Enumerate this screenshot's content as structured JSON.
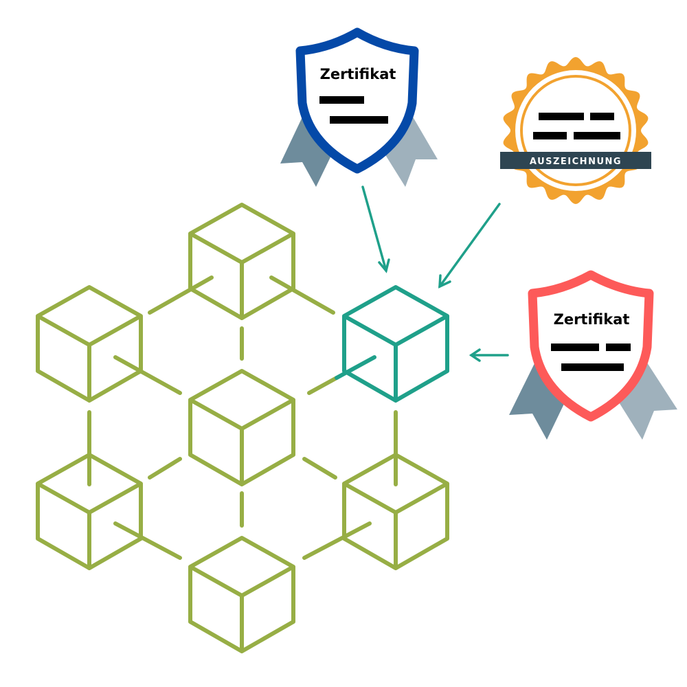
{
  "colors": {
    "cube": "#97ae45",
    "highlight": "#1fa08a",
    "blue_shield": "#0449a8",
    "red_shield": "#fd5a59",
    "seal": "#f2a22f",
    "banner": "#2e4552",
    "ribbon_dark": "#6e8c9c",
    "ribbon_light": "#9fb1bc"
  },
  "badges": {
    "blue_certificate": {
      "title": "Zertifikat"
    },
    "award_seal": {
      "banner": "AUSZEICHNUNG"
    },
    "red_certificate": {
      "title": "Zertifikat"
    }
  }
}
